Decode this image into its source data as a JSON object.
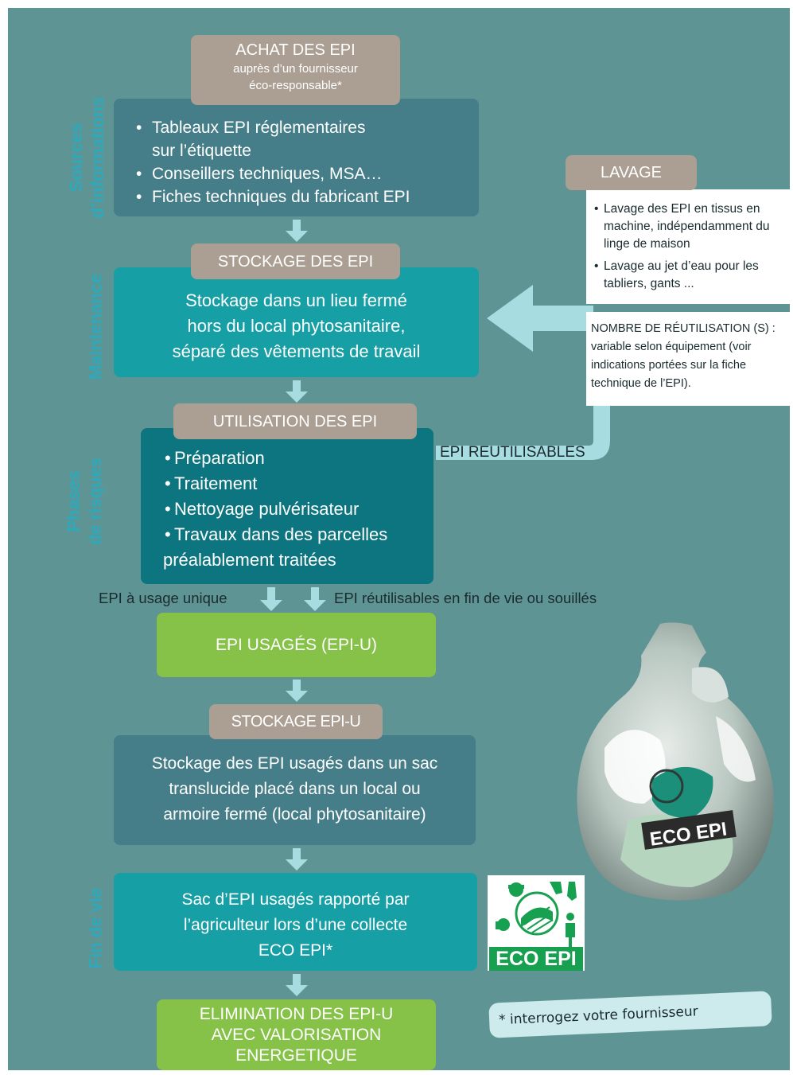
{
  "side_labels": {
    "sources": [
      "Sources",
      "d’informations"
    ],
    "maintenance": "Maintenance",
    "phases": [
      "Phases",
      "de risques"
    ],
    "fin_de_vie": "Fin de vie"
  },
  "achat": {
    "title": "ACHAT DES EPI",
    "line1": "auprès d’un fournisseur",
    "line2": "éco-responsable*"
  },
  "sources_box": {
    "items": [
      "Tableaux EPI réglementaires\nsur l’étiquette",
      "Conseillers techniques, MSA…",
      "Fiches techniques du fabricant EPI"
    ]
  },
  "stockage": {
    "title": "STOCKAGE DES EPI",
    "text": [
      "Stockage dans un lieu fermé",
      "hors du local phytosanitaire,",
      "séparé des vêtements de travail"
    ]
  },
  "lavage": {
    "title": "LAVAGE",
    "items": [
      "Lavage des EPI en tissus en machine, indépendamment du linge de maison",
      "Lavage au jet d’eau pour les tabliers, gants ..."
    ],
    "reuse_title": "NOMBRE DE RÉUTILISATION (S) :",
    "reuse_text": "variable selon équipement (voir indications portées sur la fiche technique de l’EPI)."
  },
  "utilisation": {
    "title": "UTILISATION DES EPI",
    "items": [
      "Préparation",
      "Traitement",
      "Nettoyage pulvérisateur",
      "Travaux dans des parcelles"
    ],
    "last_line": "préalablement traitées",
    "reusable_label": "EPI REUTILISABLES"
  },
  "branch_labels": {
    "single_use": "EPI à usage unique",
    "end_of_life": "EPI réutilisables en fin de vie ou souillés"
  },
  "usages": {
    "title": "EPI USAGÉS (EPI-U)"
  },
  "stockage_u": {
    "title": "STOCKAGE EPI-U",
    "text": [
      "Stockage des EPI usagés dans un sac",
      "translucide placé dans un local ou",
      "armoire fermé (local phytosanitaire)"
    ]
  },
  "sac": {
    "text": [
      "Sac d’EPI usagés rapporté par",
      "l’agriculteur lors d’une collecte",
      "ECO EPI*"
    ]
  },
  "elimination": {
    "text": [
      "ELIMINATION DES EPI-U",
      "AVEC VALORISATION",
      "ENERGETIQUE"
    ]
  },
  "logo": {
    "text": "ECO EPI"
  },
  "bag_label": "ECO EPI",
  "footnote": "* interrogez votre fournisseur",
  "colors": {
    "panel": "#5f9494",
    "tag": "#ab9f94",
    "cyan": "#179fa6",
    "dark_teal": "#0d7580",
    "green": "#85c247",
    "arrow": "#a7dde0"
  }
}
